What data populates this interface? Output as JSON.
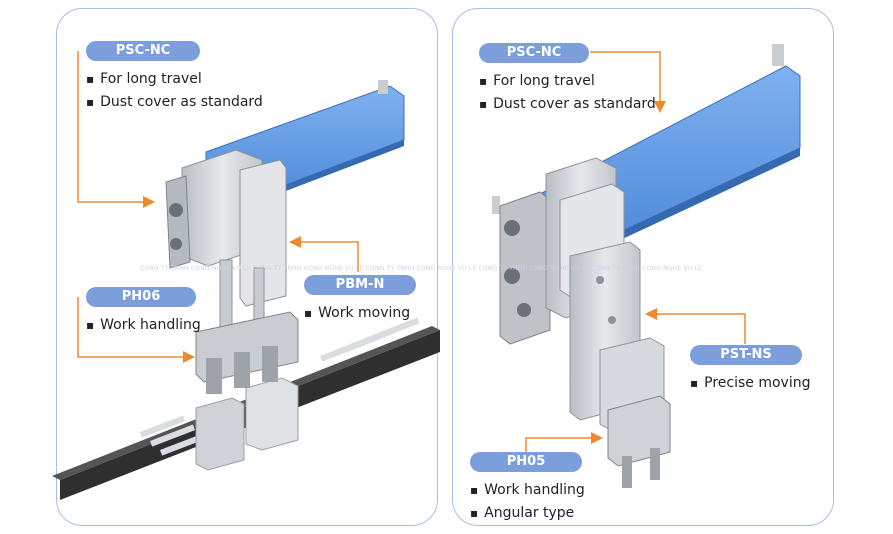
{
  "left_panel": {
    "callouts": [
      {
        "id": "psc-nc",
        "title": "PSC-NC",
        "bullets": [
          "For long travel",
          "Dust cover as standard"
        ]
      },
      {
        "id": "ph06",
        "title": "PH06",
        "bullets": [
          "Work handling"
        ]
      },
      {
        "id": "pbm-n",
        "title": "PBM-N",
        "bullets": [
          "Work moving"
        ]
      }
    ]
  },
  "right_panel": {
    "callouts": [
      {
        "id": "psc-nc",
        "title": "PSC-NC",
        "bullets": [
          "For long travel",
          "Dust cover as standard"
        ]
      },
      {
        "id": "pst-ns",
        "title": "PST-NS",
        "bullets": [
          "Precise moving"
        ]
      },
      {
        "id": "ph05",
        "title": "PH05",
        "bullets": [
          "Work handling",
          "Angular type"
        ]
      }
    ]
  },
  "watermark": "CÔNG TY TNHH CÔNG NGHỆ VŨ LÊ CÔNG TY TNHH CÔNG NGHỆ VŨ LÊ CÔNG TY TNHH CÔNG NGHỆ VŨ LÊ CÔNG TY TNHH CÔNG NGHỆ VŨ LÊ CÔNG TY TNHH CÔNG NGHỆ VŨ LÊ",
  "colors": {
    "panel_border": "#a9bfe6",
    "badge": "#7c9fdc",
    "leader_arrow": "#ef8a2c",
    "actuator_blue": "#4f8fe0",
    "metal": "#c9cdd2",
    "belt": "#2b2b2b"
  }
}
